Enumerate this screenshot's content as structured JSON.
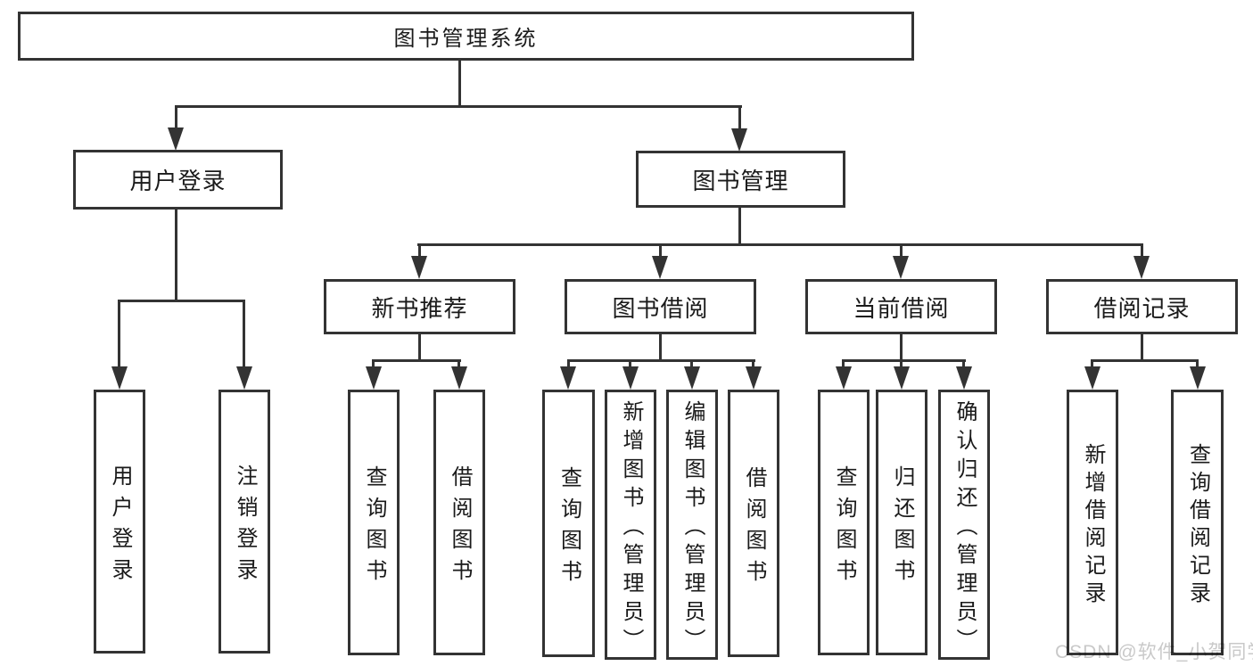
{
  "nodes": {
    "root": "图书管理系统",
    "user_login": "用户登录",
    "book_management": "图书管理",
    "new_book_recommendation": "新书推荐",
    "book_borrowing": "图书借阅",
    "current_borrowing": "当前借阅",
    "borrowing_records": "借阅记录"
  },
  "leaves": {
    "user_login": [
      "用户登录",
      "注销登录"
    ],
    "new_books": [
      "查询图书",
      "借阅图书"
    ],
    "borrowing": [
      "查询图书",
      "新增图书（管理员）",
      "编辑图书（管理员）",
      "借阅图书"
    ],
    "current": [
      "查询图书",
      "归还图书",
      "确认归还（管理员）"
    ],
    "records": [
      "新增借阅记录",
      "查询借阅记录"
    ]
  },
  "watermark": {
    "text": "CSDN @软件_小贺同学"
  },
  "colors": {
    "line": "#333333",
    "text": "#1a1a1a",
    "watermark": "#c9c9c9",
    "background": "#ffffff"
  }
}
